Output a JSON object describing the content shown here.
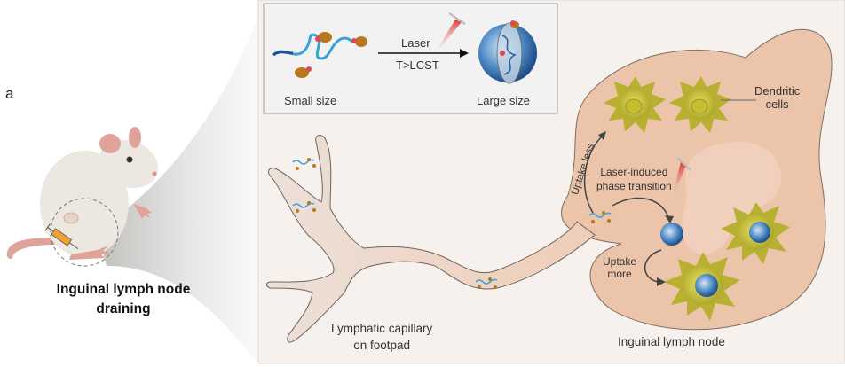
{
  "figure": {
    "panel_letter": "a",
    "mouse_caption": [
      "Inguinal lymph node",
      "draining"
    ],
    "inset": {
      "left_label": "Small size",
      "right_label": "Large size",
      "arrow_top_label": "Laser",
      "arrow_bottom_label": "T>LCST"
    },
    "labels": {
      "dendritic_cells": [
        "Dendritic",
        "cells"
      ],
      "uptake_less": "Uptake less",
      "laser_induced": [
        "Laser-induced",
        "phase transition"
      ],
      "uptake_more": [
        "Uptake",
        "more"
      ],
      "lymphatic_capillary": [
        "Lymphatic capillary",
        "on footpad"
      ],
      "inguinal_lymph_node": "Inguinal lymph node"
    },
    "colors": {
      "background": "#f6f1ec",
      "lymph_node_fill": "#ebc4aa",
      "capillary_fill": "#eed7c8",
      "dendritic_cell": "#b8b031",
      "nanoparticle_blue": "#2e6fb8",
      "polymer_chain": "#39a3d8",
      "payload": "#b9771f",
      "laser_red": "#d83a3a",
      "mouse_body": "#ece7e1",
      "mouse_ear": "#dfa39a"
    }
  }
}
